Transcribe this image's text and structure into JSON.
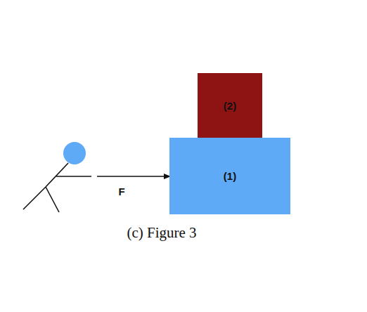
{
  "diagram": {
    "caption": "(c) Figure 3",
    "nodes": [
      {
        "text": [
          "(2)"
        ]
      },
      {
        "text": [
          "(1)"
        ]
      }
    ],
    "labels": [
      "F"
    ]
  }
}
